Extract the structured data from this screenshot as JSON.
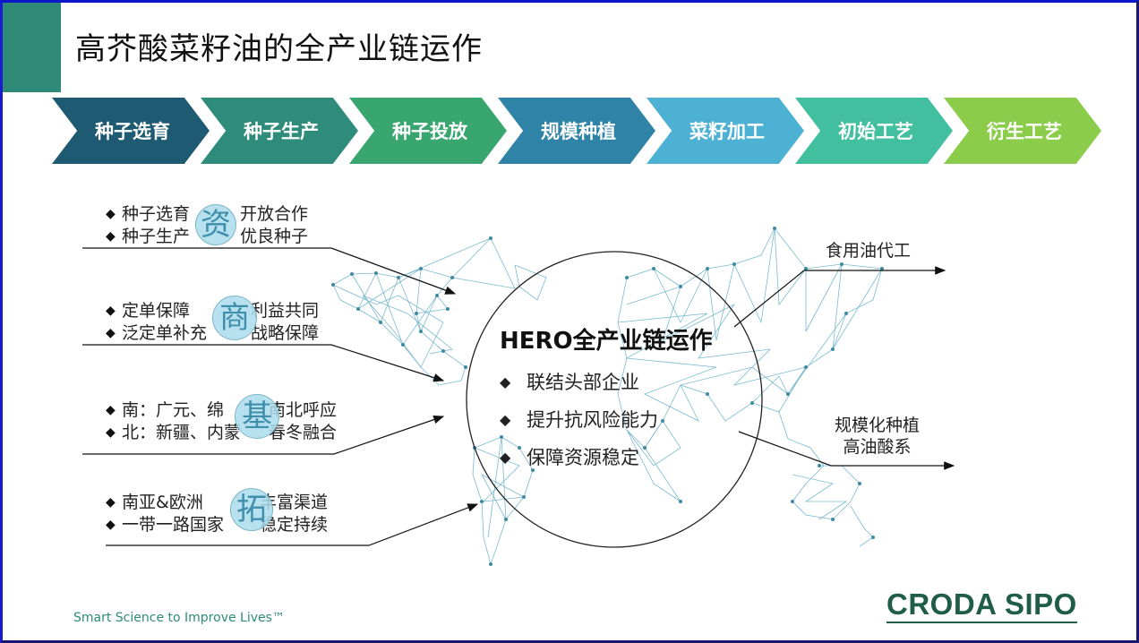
{
  "slide": {
    "title": "高芥酸菜籽油的全产业链运作",
    "accent_color": "#2e8a77"
  },
  "process_chain": [
    {
      "label": "种子选育",
      "color": "#1e5a72"
    },
    {
      "label": "种子生产",
      "color": "#2f8c7a"
    },
    {
      "label": "种子投放",
      "color": "#3aa66f"
    },
    {
      "label": "规模种植",
      "color": "#2e83a6"
    },
    {
      "label": "菜籽加工",
      "color": "#4db1d3"
    },
    {
      "label": "初始工艺",
      "color": "#41bf9e"
    },
    {
      "label": "衍生工艺",
      "color": "#8bcd4b"
    }
  ],
  "left_groups": [
    {
      "badge": "资",
      "rows": [
        {
          "left": "种子选育",
          "right": "开放合作"
        },
        {
          "left": "种子生产",
          "right": "优良种子"
        }
      ]
    },
    {
      "badge": "商",
      "rows": [
        {
          "left": "定单保障",
          "right": "利益共同"
        },
        {
          "left": "泛定单补充",
          "right": "战略保障"
        }
      ]
    },
    {
      "badge": "基",
      "rows": [
        {
          "left": "南：广元、绵",
          "right": "南北呼应"
        },
        {
          "left": "北：新疆、内蒙",
          "right": "春冬融合"
        }
      ]
    },
    {
      "badge": "拓",
      "rows": [
        {
          "left": "南亚&欧洲",
          "right": "丰富渠道"
        },
        {
          "left": "一带一路国家",
          "right": "稳定持续"
        }
      ]
    }
  ],
  "center": {
    "title": "HERO全产业链运作",
    "items": [
      "联结头部企业",
      "提升抗风险能力",
      "保障资源稳定"
    ]
  },
  "outputs": {
    "top": "食用油代工",
    "bottom_line1": "规模化种植",
    "bottom_line2": "高油酸系"
  },
  "footer": {
    "tagline": "Smart Science to Improve Lives™",
    "logo": "CRODA SIPO"
  },
  "icons": {
    "bullet": "◆"
  }
}
